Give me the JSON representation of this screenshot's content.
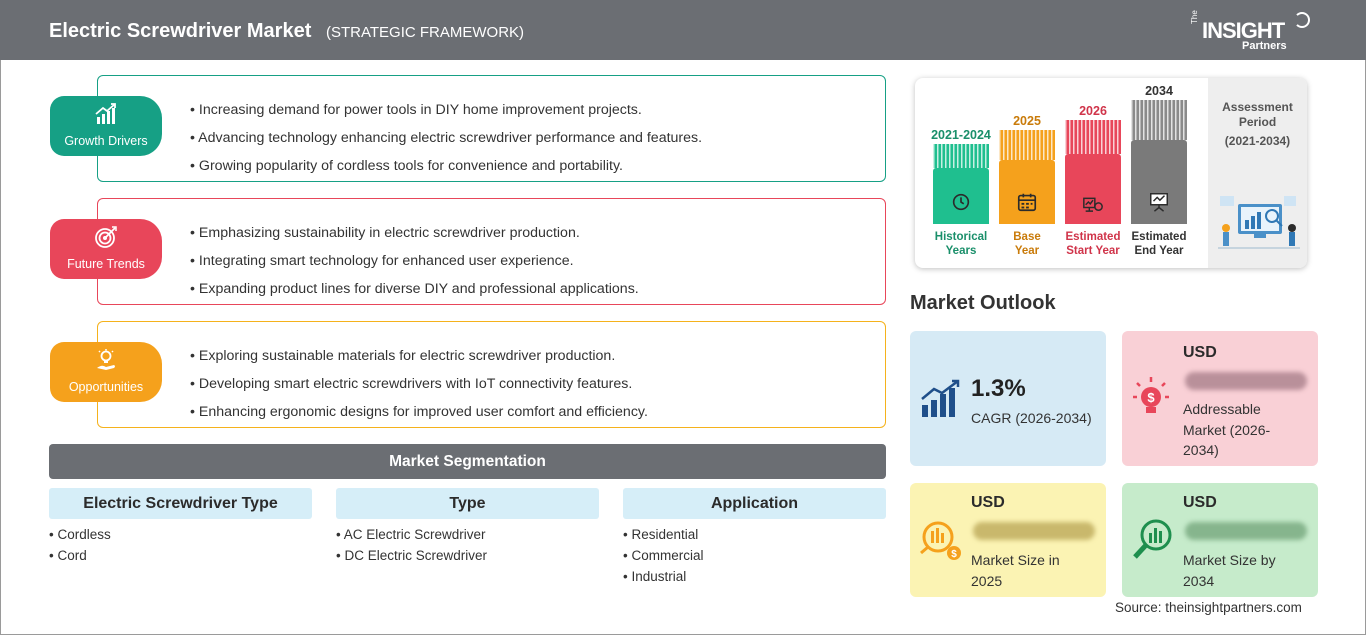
{
  "header": {
    "title": "Electric Screwdriver Market",
    "subtitle": "(STRATEGIC FRAMEWORK)",
    "logo": {
      "the": "The",
      "insight": "INSIGHT",
      "partners": "Partners"
    }
  },
  "framework": [
    {
      "label": "Growth Drivers",
      "color": "#16a085",
      "icon": "growth-chart-icon",
      "items": [
        "Increasing demand for power tools in DIY home improvement projects.",
        "Advancing technology enhancing electric screwdriver performance and features.",
        "Growing popularity of cordless tools for convenience and portability."
      ]
    },
    {
      "label": "Future Trends",
      "color": "#e8465a",
      "icon": "target-icon",
      "items": [
        "Emphasizing sustainability in electric screwdriver production.",
        "Integrating smart technology for enhanced user experience.",
        "Expanding product lines for diverse DIY and professional applications."
      ]
    },
    {
      "label": "Opportunities",
      "color": "#f5a11c",
      "icon": "lightbulb-hand-icon",
      "items": [
        "Exploring sustainable materials for electric screwdriver production.",
        "Developing smart electric screwdrivers with IoT connectivity features.",
        "Enhancing ergonomic designs for improved user comfort and efficiency."
      ]
    }
  ],
  "segmentation": {
    "title": "Market Segmentation",
    "columns": [
      {
        "heading": "Electric Screwdriver Type",
        "items": [
          "Cordless",
          "Cord"
        ]
      },
      {
        "heading": "Type",
        "items": [
          "AC Electric Screwdriver",
          "DC Electric Screwdriver"
        ]
      },
      {
        "heading": "Application",
        "items": [
          "Residential",
          "Commercial",
          "Industrial"
        ]
      }
    ]
  },
  "timeline": {
    "columns": [
      {
        "year": "2021-2024",
        "label_line1": "Historical",
        "label_line2": "Years",
        "color": "#1fbf8f",
        "year_color": "#1a8f6a",
        "icon": "history-icon"
      },
      {
        "year": "2025",
        "label_line1": "Base",
        "label_line2": "Year",
        "color": "#f5a11c",
        "year_color": "#c97b0a",
        "icon": "calendar-icon"
      },
      {
        "year": "2026",
        "label_line1": "Estimated",
        "label_line2": "Start Year",
        "color": "#e8465a",
        "year_color": "#d0344a",
        "icon": "start-chart-icon"
      },
      {
        "year": "2034",
        "label_line1": "Estimated",
        "label_line2": "End Year",
        "color": "#7a7a7a",
        "year_color": "#333333",
        "icon": "presentation-icon"
      }
    ],
    "assessment_line1": "Assessment",
    "assessment_line2": "Period",
    "assessment_range": "(2021-2034)"
  },
  "outlook": {
    "title": "Market Outlook",
    "cagr": {
      "value": "1.3%",
      "label": "CAGR (2026-2034)",
      "bg": "#d6eaf5",
      "icon": "growth-chart-icon"
    },
    "addressable": {
      "usd": "USD",
      "label_line1": "Addressable",
      "label_line2": "Market (2026-",
      "label_line3": "2034)",
      "bg": "#f9d0d6",
      "icon": "lightbulb-dollar-icon"
    },
    "size2025": {
      "usd": "USD",
      "label_line1": "Market Size in",
      "label_line2": "2025",
      "bg": "#fbf3b3",
      "icon": "money-bag-icon"
    },
    "size2034": {
      "usd": "USD",
      "label_line1": "Market Size by",
      "label_line2": "2034",
      "bg": "#c6ebcb",
      "icon": "chart-magnifier-icon"
    }
  },
  "source": "Source: theinsightpartners.com"
}
